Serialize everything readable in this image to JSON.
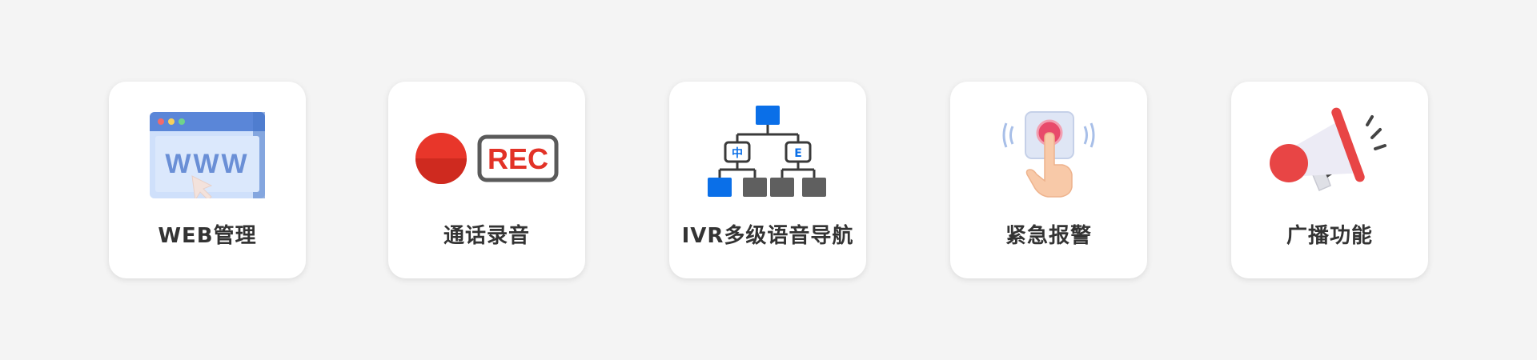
{
  "features": [
    {
      "label": "WEB管理",
      "icon": "web-browser-icon"
    },
    {
      "label": "通话录音",
      "icon": "record-icon"
    },
    {
      "label": "IVR多级语音导航",
      "icon": "ivr-tree-icon",
      "tree_labels": [
        "中",
        "E"
      ]
    },
    {
      "label": "紧急报警",
      "icon": "alarm-button-icon"
    },
    {
      "label": "广播功能",
      "icon": "megaphone-icon"
    }
  ],
  "rec_badge_text": "REC",
  "colors": {
    "page_background": "#f4f4f4",
    "card_background": "#ffffff",
    "label_text": "#333333",
    "record_red": "#e8362a",
    "ivr_blue": "#0a6fe8",
    "ivr_gray": "#5f5f5f"
  }
}
